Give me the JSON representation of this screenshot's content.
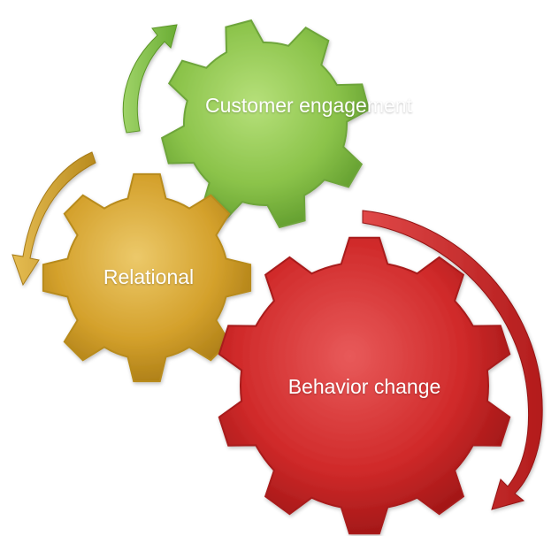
{
  "diagram": {
    "gears": [
      {
        "id": "customer-engagement",
        "label": "Customer engagement",
        "color": "#8bc34a"
      },
      {
        "id": "relational",
        "label": "Relational",
        "color": "#d4a12c"
      },
      {
        "id": "behavior-change",
        "label": "Behavior change",
        "color": "#d02a2a"
      }
    ],
    "arrows": [
      {
        "id": "green-arrow",
        "color": "#7cc04a"
      },
      {
        "id": "gold-arrow",
        "color": "#d4a12c"
      },
      {
        "id": "red-arrow",
        "color": "#d02a2a"
      }
    ]
  }
}
